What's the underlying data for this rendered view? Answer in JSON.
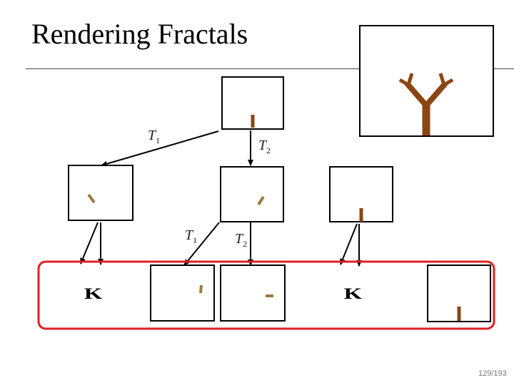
{
  "slide": {
    "title": "Rendering Fractals",
    "page_number": "129/193"
  },
  "labels": {
    "t1_top": {
      "main": "T",
      "sub": "1"
    },
    "t2_top": {
      "main": "T",
      "sub": "2"
    },
    "t1_mid": {
      "main": "T",
      "sub": "1"
    },
    "t2_mid": {
      "main": "T",
      "sub": "2"
    }
  },
  "glyphs": {
    "k_left": "K",
    "k_right": "K"
  },
  "colors": {
    "trunk": "#8B4513",
    "branch": "#9C7A3C",
    "highlight_border": "#E02020",
    "frame": "#000000"
  }
}
